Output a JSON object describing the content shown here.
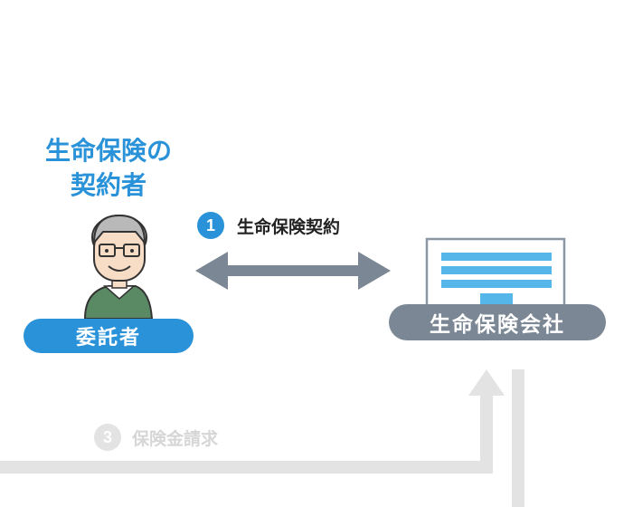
{
  "contractor": {
    "title_line1": "生命保険の",
    "title_line2": "契約者",
    "role_label": "委託者"
  },
  "company": {
    "label": "生命保険会社"
  },
  "steps": [
    {
      "number": "1",
      "label": "生命保険契約"
    },
    {
      "number": "3",
      "label": "保険金請求"
    }
  ],
  "colors": {
    "blue": "#2a92d8",
    "slate": "#7b8794",
    "inactive": "#e3e3e3"
  }
}
